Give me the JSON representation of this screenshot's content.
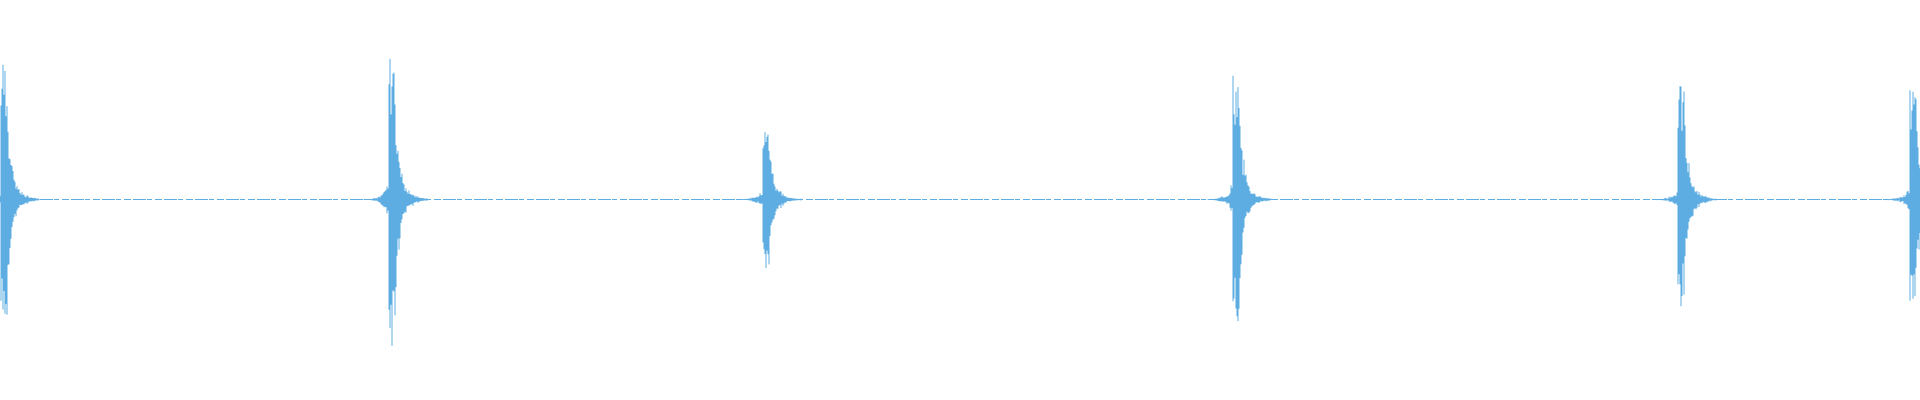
{
  "waveform": {
    "color": "#5dade2",
    "background": "#ffffff",
    "amplitude_range": [
      -1,
      1
    ],
    "baseline": 0,
    "transients": [
      {
        "id": "transient-1",
        "peak_positive": 0.95,
        "peak_negative": 0.9,
        "precursor": 0.05,
        "decay": 0.2
      },
      {
        "id": "transient-2",
        "peak_positive": 0.99,
        "peak_negative": 0.98,
        "precursor": 0.15,
        "decay": 0.22
      },
      {
        "id": "transient-3",
        "peak_positive": 0.49,
        "peak_negative": 0.48,
        "precursor": 0.1,
        "decay": 0.15
      },
      {
        "id": "transient-4",
        "peak_positive": 0.86,
        "peak_negative": 0.86,
        "precursor": 0.15,
        "decay": 0.2
      },
      {
        "id": "transient-5",
        "peak_positive": 0.76,
        "peak_negative": 0.74,
        "precursor": 0.1,
        "decay": 0.2
      },
      {
        "id": "transient-6",
        "peak_positive": 0.76,
        "peak_negative": 0.76,
        "precursor": 0.12,
        "decay": 0.18
      }
    ]
  }
}
